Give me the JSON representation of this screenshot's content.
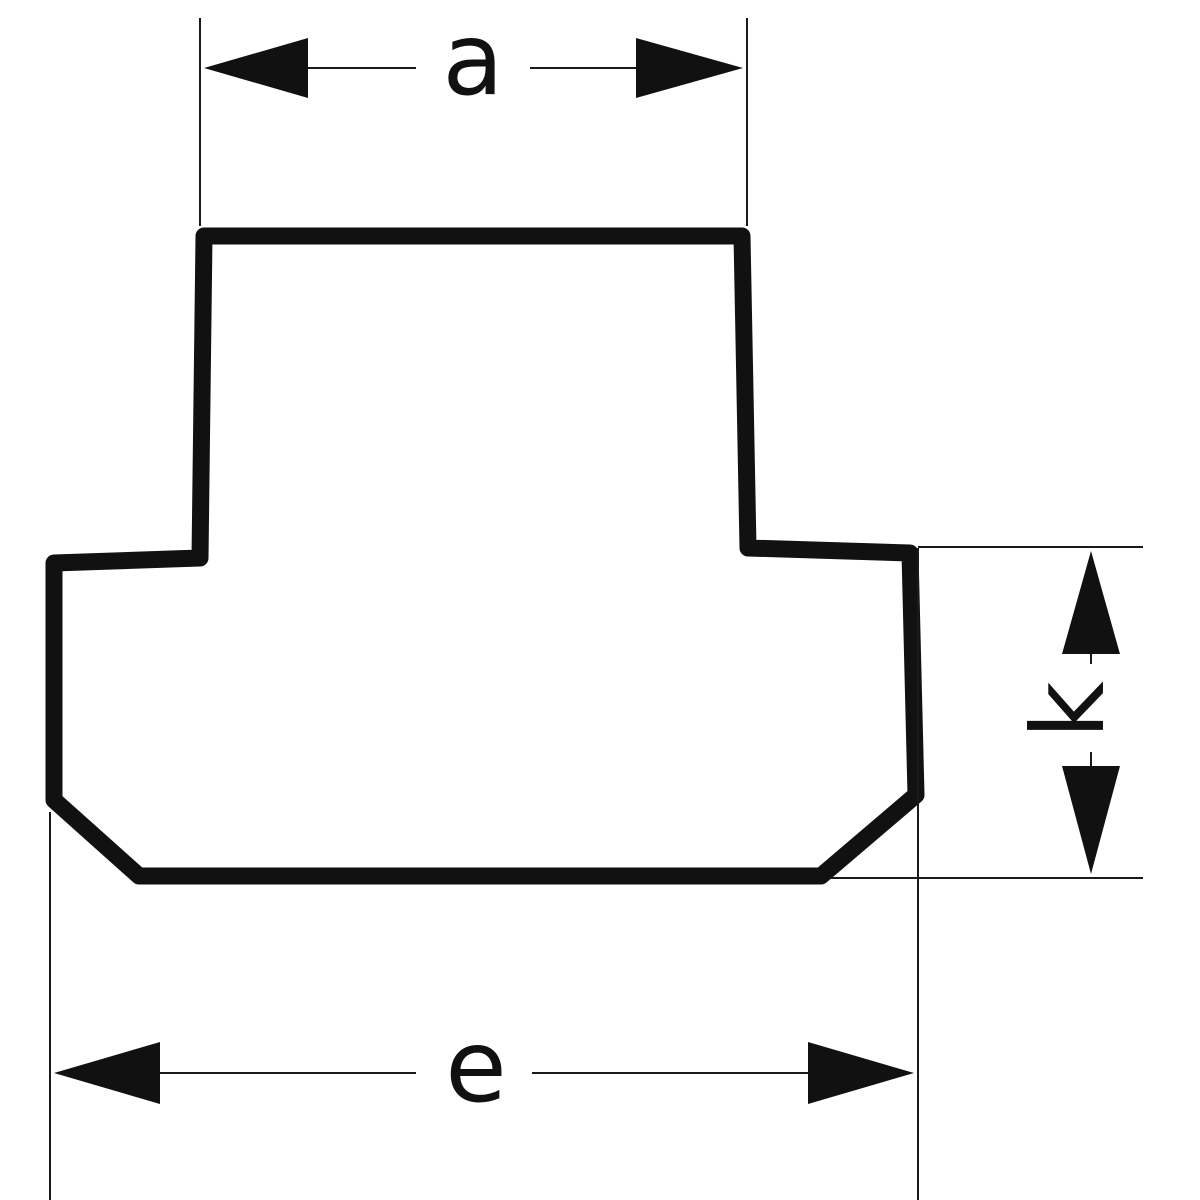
{
  "dimensions": {
    "a": {
      "label": "a"
    },
    "e": {
      "label": "e"
    },
    "k": {
      "label": "k"
    }
  },
  "colors": {
    "stroke": "#111111",
    "background": "#ffffff"
  }
}
